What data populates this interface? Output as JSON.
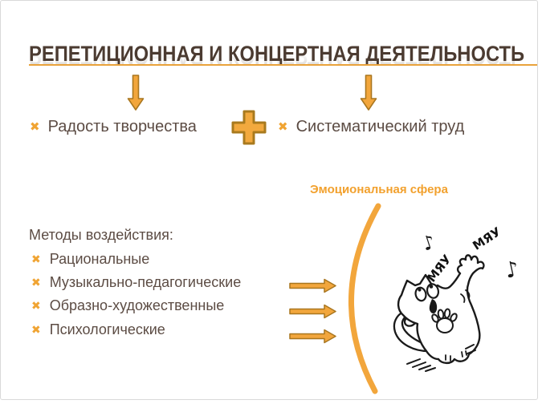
{
  "slide": {
    "title": "РЕПЕТИЦИОННАЯ И КОНЦЕРТНАЯ ДЕЯТЕЛЬНОСТЬ",
    "bullet_glyph": "✖",
    "concepts": {
      "left": "Радость творчества",
      "right": "Систематический труд"
    },
    "emotional_label": "Эмоциональная сфера",
    "methods": {
      "heading": "Методы воздействия:",
      "items": [
        "Рациональные",
        "Музыкально-педагогические",
        "Образно-художественные",
        "Психологические"
      ]
    },
    "cat": {
      "meow_1": "МЯУ",
      "meow_2": "МЯУ",
      "note_glyph": "♪"
    },
    "colors": {
      "accent": "#F2A63C",
      "accent_dark": "#A9761F",
      "title": "#4B3B31",
      "text": "#5C4C44"
    }
  }
}
